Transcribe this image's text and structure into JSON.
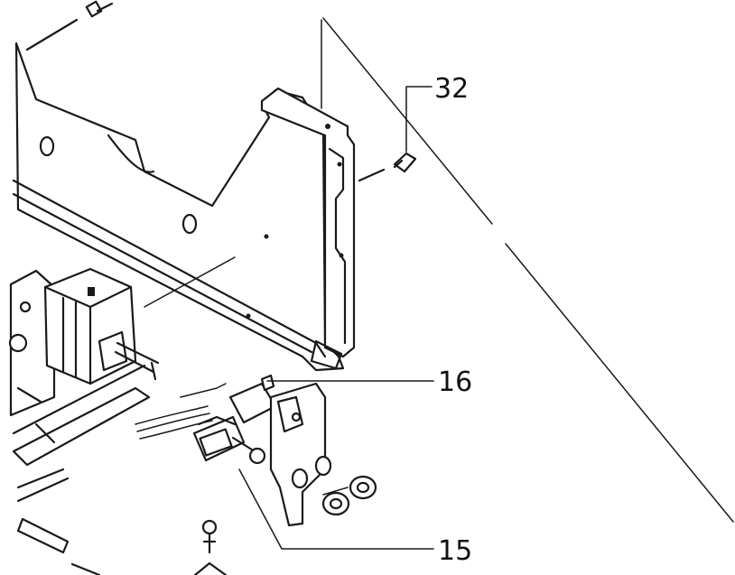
{
  "callouts": {
    "c32": "32",
    "c16": "16",
    "c15": "15"
  },
  "colors": {
    "line": "#1a1a1a",
    "background": "#ffffff"
  }
}
